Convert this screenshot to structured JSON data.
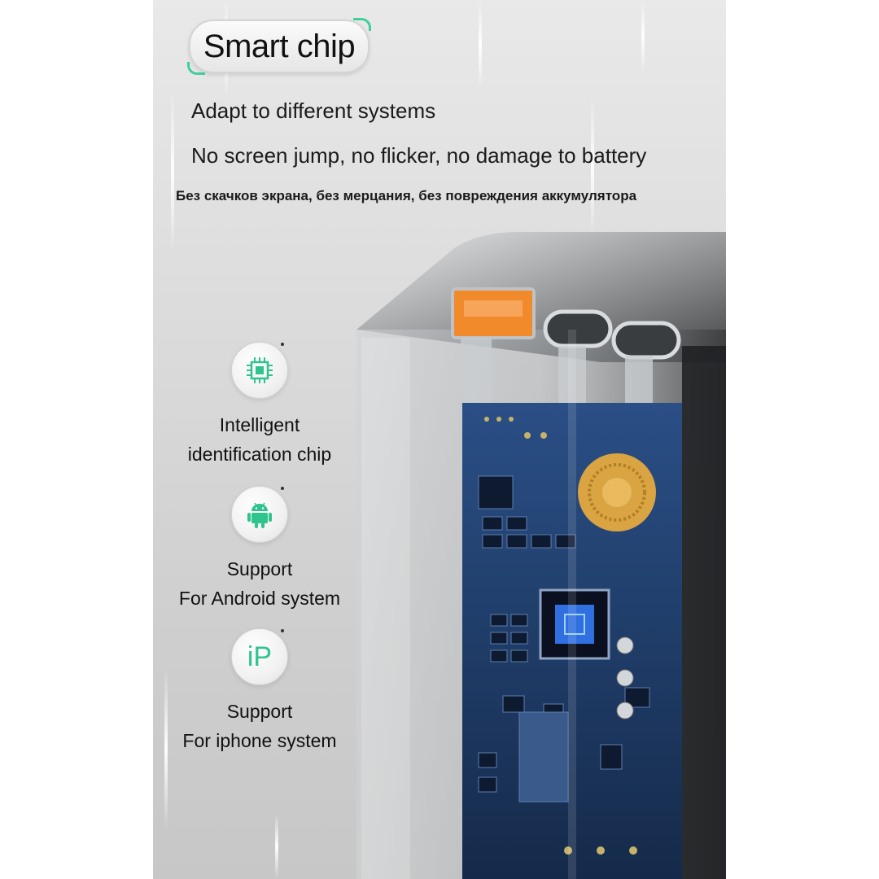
{
  "heading": {
    "title": "Smart chip",
    "line1": "Adapt to different systems",
    "line2": "No screen jump, no flicker, no damage to battery",
    "line_ru": "Без скачков экрана, без мерцания, без повреждения аккумулятора"
  },
  "features": [
    {
      "icon": "chip-icon",
      "label_line1": "Intelligent",
      "label_line2": "identification chip"
    },
    {
      "icon": "android-icon",
      "label_line1": "Support",
      "label_line2": "For Android system"
    },
    {
      "icon": "iphone-ip-icon",
      "icon_text": "iP",
      "label_line1": "Support",
      "label_line2": "For iphone system"
    }
  ],
  "colors": {
    "accent": "#3fcf9a",
    "pcb": "#1f3f6e",
    "usb_a": "#f08a2b",
    "coil": "#d9a441"
  }
}
